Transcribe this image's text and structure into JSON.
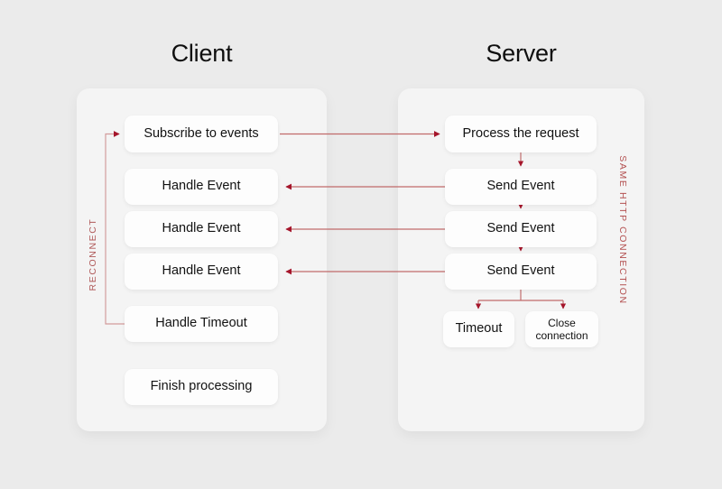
{
  "page": {
    "background_color": "#ebebeb",
    "accent_color": "#a5152b",
    "connector_color": "#c06a6a",
    "panel_color": "#f4f4f4",
    "node_color": "#fdfdfd"
  },
  "columns": {
    "client": {
      "title": "Client"
    },
    "server": {
      "title": "Server"
    }
  },
  "annotations": {
    "reconnect": "RECONNECT",
    "same_http_connection": "SAME HTTP CONNECTION"
  },
  "client_steps": [
    {
      "id": "subscribe",
      "label": "Subscribe to events"
    },
    {
      "id": "handle-event-1",
      "label": "Handle Event"
    },
    {
      "id": "handle-event-2",
      "label": "Handle Event"
    },
    {
      "id": "handle-event-3",
      "label": "Handle Event"
    },
    {
      "id": "handle-timeout",
      "label": "Handle Timeout"
    },
    {
      "id": "finish",
      "label": "Finish processing"
    }
  ],
  "server_steps": [
    {
      "id": "process",
      "label": "Process the request"
    },
    {
      "id": "send-event-1",
      "label": "Send Event"
    },
    {
      "id": "send-event-2",
      "label": "Send Event"
    },
    {
      "id": "send-event-3",
      "label": "Send Event"
    },
    {
      "id": "timeout",
      "label": "Timeout"
    },
    {
      "id": "close",
      "label": "Close\nconnection"
    }
  ],
  "close_connection_lines": {
    "line1": "Close",
    "line2": "connection"
  }
}
